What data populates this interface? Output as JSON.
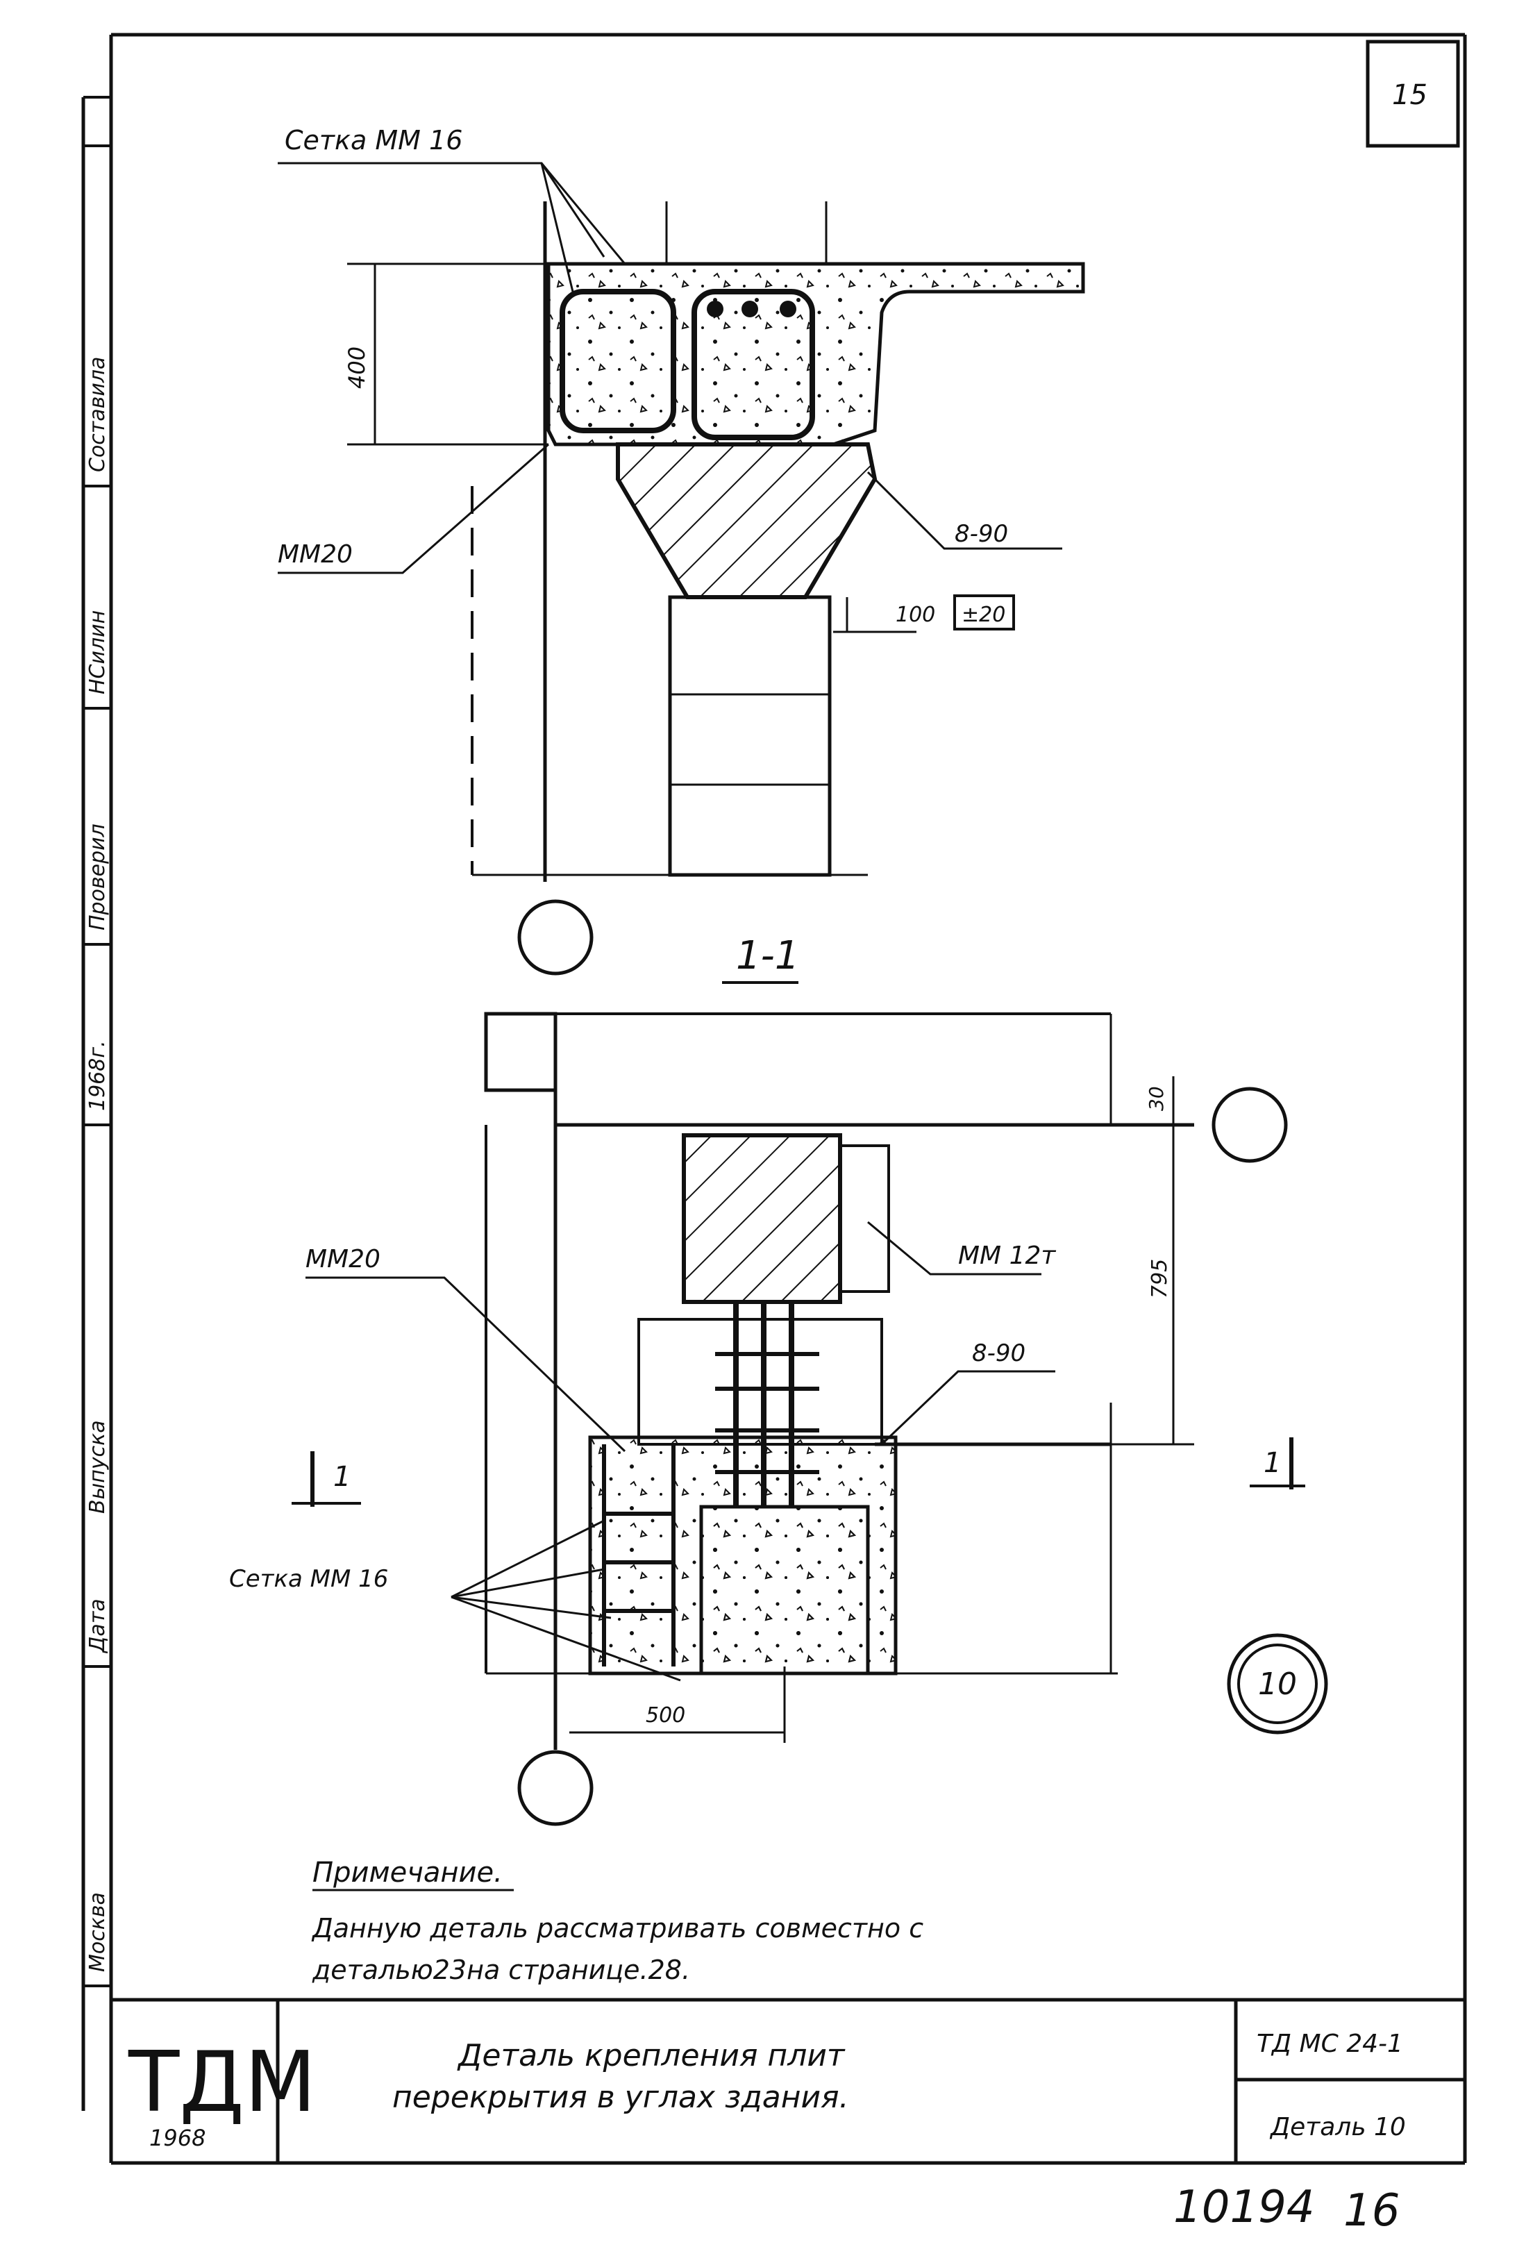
{
  "sheet": {
    "page_number": "15",
    "stamp_number": "10194",
    "stamp_page": "16"
  },
  "side_strip": [
    "Москва",
    "Дата",
    "Выпуска",
    "1968г.",
    "Проверил",
    "НСилин",
    "Составила"
  ],
  "section_top": {
    "label_mesh": "Сетка   ММ 16",
    "label_mm20": "ММ20",
    "label_8_90": "8-90",
    "dim_400": "400",
    "dim_100": "100",
    "dim_pm20": "±20",
    "section_title": "1-1"
  },
  "plan": {
    "label_mm20": "ММ20",
    "label_mm12": "ММ 12т",
    "label_8_90": "8-90",
    "label_mesh": "Сетка  ММ 16",
    "dim_30": "30",
    "dim_795": "795",
    "dim_500": "500",
    "cut_left": "1",
    "cut_right": "1",
    "detail_number": "10"
  },
  "note": {
    "heading": "Примечание.",
    "line1": "Данную   деталь   рассматривать   совместно   с",
    "line2": "деталью23на странице.28."
  },
  "title_block": {
    "logo": "ТДМ",
    "year": "1968",
    "title_line1": "Деталь   крепления   плит",
    "title_line2": "перекрытия   в   углах   здания.",
    "code": "ТД МС 24-1",
    "sheet_name": "Деталь 10"
  }
}
